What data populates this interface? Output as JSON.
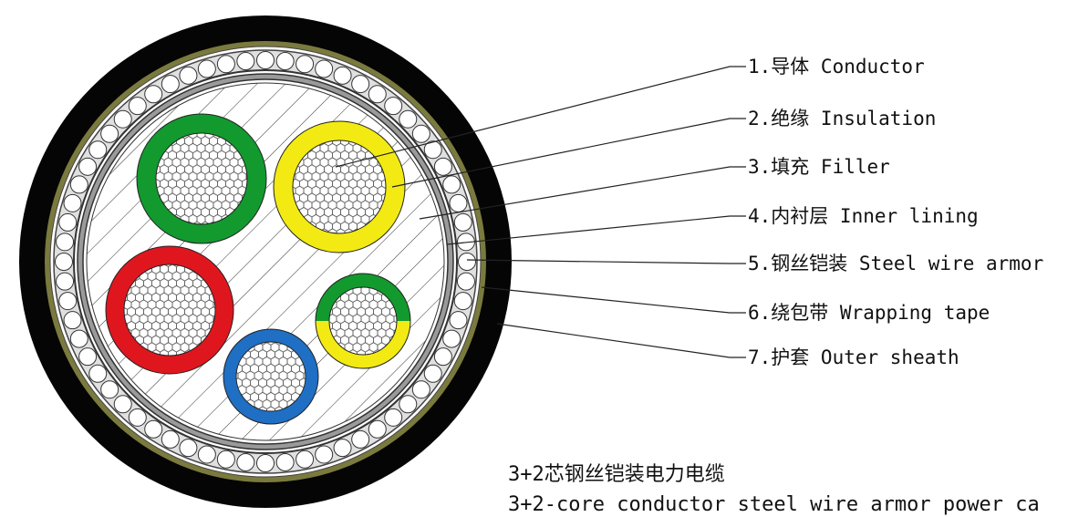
{
  "labels": [
    "1.导体 Conductor",
    "2.绝缘 Insulation",
    "3.填充 Filler",
    "4.内衬层 Inner lining",
    "5.钢丝铠装 Steel wire armor",
    "6.绕包带 Wrapping tape",
    "7.护套 Outer sheath"
  ],
  "caption": {
    "line1": "3+2芯钢丝铠装电力电缆",
    "line2": "3+2-core conductor steel wire armor power ca"
  },
  "colors": {
    "sheath": "#050505",
    "wrapping_tape": "#7a7a3e",
    "armor_wire": "#ffffff",
    "inner_lining": "#9a9a9a",
    "core_green": "#129a2e",
    "core_yellow": "#f2ea12",
    "core_red": "#e0161e",
    "core_blue": "#1f6fc4"
  },
  "icons": [
    "cable-cross-section"
  ]
}
